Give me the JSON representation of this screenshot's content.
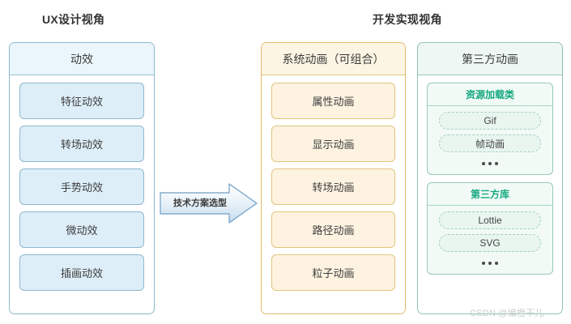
{
  "titles": {
    "left": "UX设计视角",
    "right": "开发实现视角"
  },
  "columns": {
    "ux": {
      "header": "动效",
      "items": [
        {
          "label": "特征动效"
        },
        {
          "label": "转场动效"
        },
        {
          "label": "手势动效"
        },
        {
          "label": "微动效"
        },
        {
          "label": "插画动效"
        }
      ]
    },
    "system": {
      "header": "系统动画（可组合）",
      "items": [
        {
          "label": "属性动画"
        },
        {
          "label": "显示动画"
        },
        {
          "label": "转场动画"
        },
        {
          "label": "路径动画"
        },
        {
          "label": "粒子动画"
        }
      ]
    },
    "third_party": {
      "header": "第三方动画",
      "groups": [
        {
          "header": "资源加载类",
          "pills": [
            "Gif",
            "帧动画"
          ],
          "more": "•••"
        },
        {
          "header": "第三方库",
          "pills": [
            "Lottie",
            "SVG"
          ],
          "more": "•••"
        }
      ]
    }
  },
  "arrow": {
    "label": "技术方案选型"
  },
  "watermark": "CSDN @编橙干儿",
  "colors": {
    "blue_border": "#8cb8cc",
    "blue_fill": "#ddeef8",
    "blue_header_fill": "#eaf6fb",
    "yellow_border": "#e0bb6a",
    "yellow_fill": "#fdf3e0",
    "yellow_header_fill": "#fdf5e3",
    "green_border": "#8dc4b4",
    "green_fill": "#f2faf6",
    "green_header_fill": "#eef7f3",
    "green_text": "#15a880",
    "title_text": "#333333"
  }
}
